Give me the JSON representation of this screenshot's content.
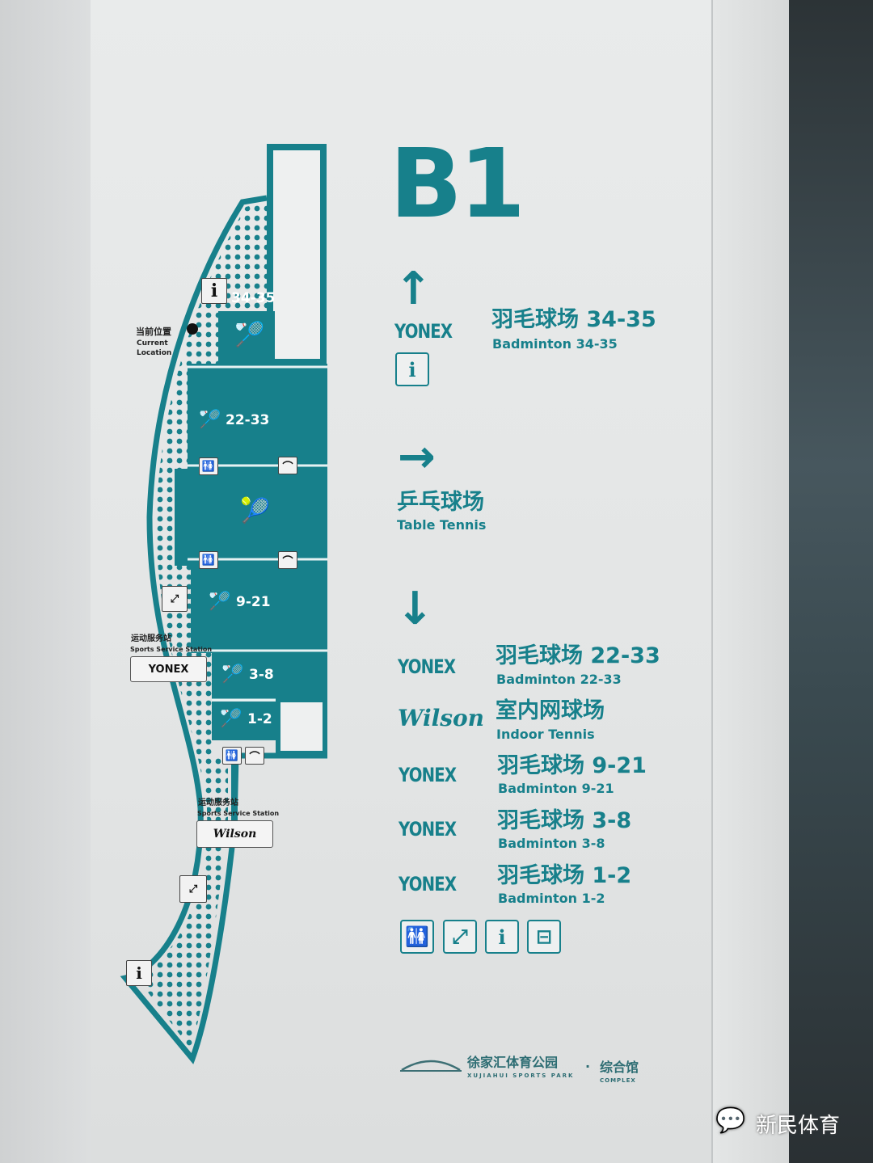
{
  "floor": "B1",
  "colors": {
    "teal": "#17808b",
    "panel": "#e6e8e8"
  },
  "map": {
    "current_location_zh": "当前位置",
    "current_location_en1": "Current",
    "current_location_en2": "Location",
    "courts": [
      "34-35",
      "22-33",
      "9-21",
      "3-8",
      "1-2"
    ],
    "service_station_zh": "运动服务站",
    "service_station_en": "Sports Service Station",
    "yonex": "YONEX",
    "wilson": "Wilson",
    "info": "i"
  },
  "directions": {
    "up": {
      "brand": "YONEX",
      "zh": "羽毛球场 34-35",
      "en": "Badminton 34-35",
      "info": "i"
    },
    "right": {
      "zh": "乒乓球场",
      "en": "Table Tennis"
    },
    "down": [
      {
        "brand": "YONEX",
        "zh": "羽毛球场 22-33",
        "en": "Badminton 22-33"
      },
      {
        "brand": "Wilson",
        "zh": "室内网球场",
        "en": "Indoor Tennis"
      },
      {
        "brand": "YONEX",
        "zh": "羽毛球场 9-21",
        "en": "Badminton 9-21"
      },
      {
        "brand": "YONEX",
        "zh": "羽毛球场 3-8",
        "en": "Badminton 3-8"
      },
      {
        "brand": "YONEX",
        "zh": "羽毛球场 1-2",
        "en": "Badminton 1-2"
      }
    ],
    "facility_icons": [
      "restroom-icon",
      "escalator-icon",
      "info-icon",
      "service-station-icon"
    ],
    "info": "i"
  },
  "footer": {
    "park_zh": "徐家汇体育公园",
    "park_en": "XUJIAHUI SPORTS PARK",
    "separator": "·",
    "complex_zh": "综合馆",
    "complex_en": "COMPLEX"
  },
  "watermark": "新民体育"
}
